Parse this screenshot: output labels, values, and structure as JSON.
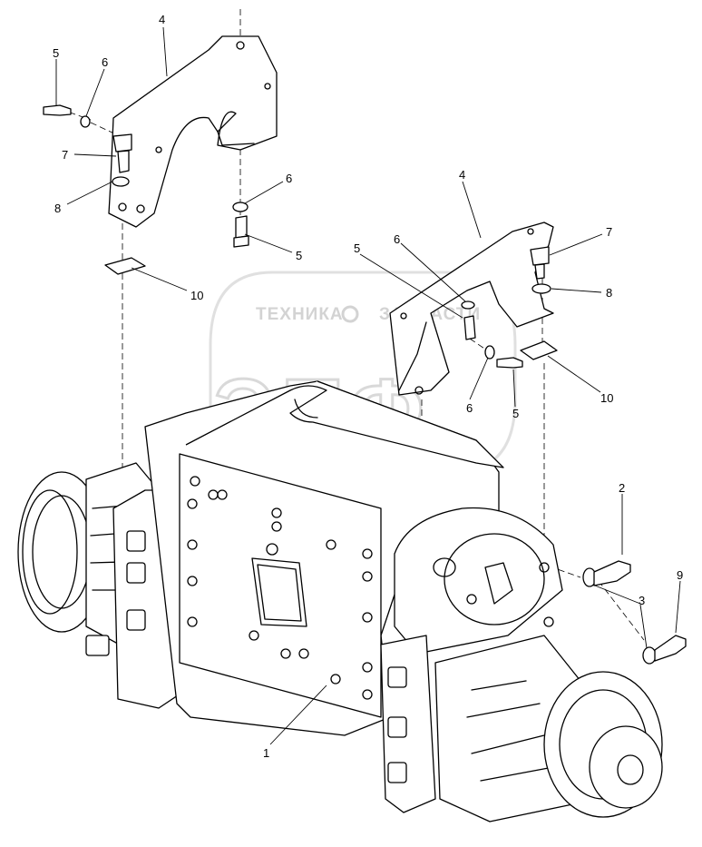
{
  "watermark": {
    "left_word": "ТЕХНИКА",
    "right_word": "ЗАПЧАСТИ",
    "big_letters": "ЭПФ"
  },
  "callouts": {
    "c4a": "4",
    "c5a": "5",
    "c6a": "6",
    "c7a": "7",
    "c8a": "8",
    "c6b": "6",
    "c5b": "5",
    "c10a": "10",
    "c4b": "4",
    "c5c": "5",
    "c6c": "6",
    "c7b": "7",
    "c8b": "8",
    "c6d": "6",
    "c5d": "5",
    "c10b": "10",
    "c2": "2",
    "c3": "3",
    "c9": "9",
    "c1": "1"
  }
}
